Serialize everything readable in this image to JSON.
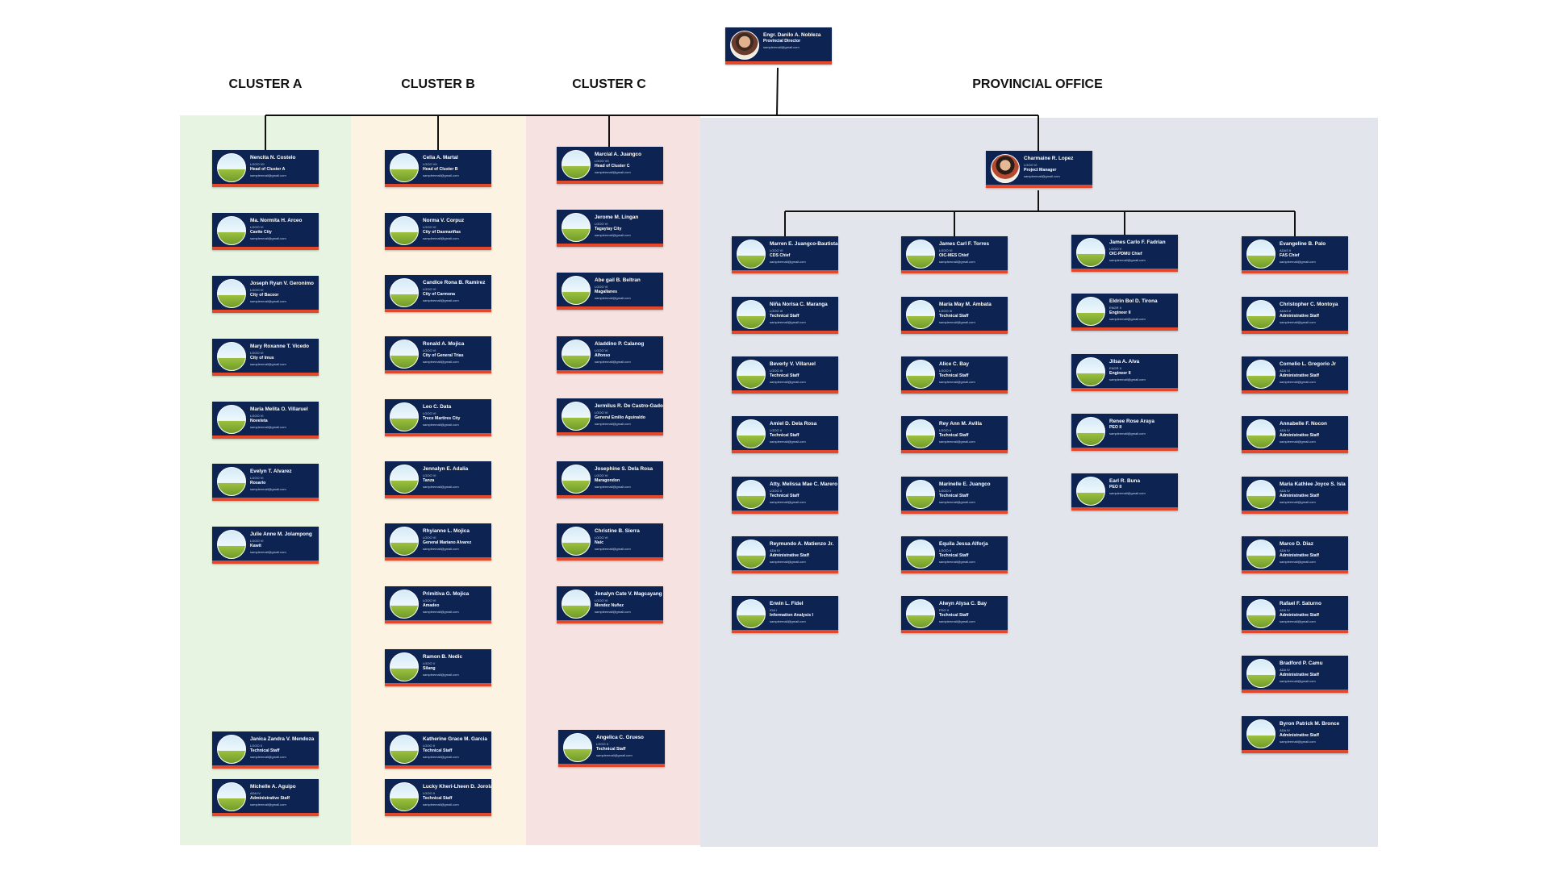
{
  "colors": {
    "card_bg": "#0d2452",
    "card_accent": "#e2482c",
    "cluster_a_bg": "#e6f4e1",
    "cluster_b_bg": "#fdf3e2",
    "cluster_c_bg": "#f6e2e0",
    "provincial_bg": "#e2e5eb"
  },
  "headers": {
    "cluster_a": "CLUSTER A",
    "cluster_b": "CLUSTER B",
    "cluster_c": "CLUSTER C",
    "provincial": "PROVINCIAL OFFICE"
  },
  "director": {
    "name": "Engr. Danilo A. Nobleza",
    "role": "Provincial Director",
    "email": "sampleemail@gmail.com"
  },
  "project_manager": {
    "name": "Charmaine R. Lopez",
    "rank": "LGOO VI",
    "role": "Project Manager",
    "email": "sampleemail@gmail.com"
  },
  "cluster_a": [
    {
      "name": "Nencita N. Costelo",
      "rank": "LGOO VII",
      "role": "Head of Cluster A",
      "email": "sampleemail@gmail.com"
    },
    {
      "name": "Ma. Normita H. Arceo",
      "rank": "LGOO VI",
      "role": "Cavite City",
      "email": "sampleemail@gmail.com"
    },
    {
      "name": "Joseph Ryan V. Geronimo",
      "rank": "LGOO VI",
      "role": "City of Bacoor",
      "email": "sampleemail@gmail.com"
    },
    {
      "name": "Mary Roxanne T. Vicedo",
      "rank": "LGOO VI",
      "role": "City of Imus",
      "email": "sampleemail@gmail.com"
    },
    {
      "name": "Maria Melita O. Villaruel",
      "rank": "LGOO VI",
      "role": "Noveleta",
      "email": "sampleemail@gmail.com"
    },
    {
      "name": "Evelyn T. Alvarez",
      "rank": "LGOO VI",
      "role": "Rosario",
      "email": "sampleemail@gmail.com"
    },
    {
      "name": "Julie Anne M. Jolampong",
      "rank": "LGOO VI",
      "role": "Kawit",
      "email": "sampleemail@gmail.com"
    },
    {
      "name": "Janica Zandra V. Mendoza",
      "rank": "LGOO II",
      "role": "Technical Staff",
      "email": "sampleemail@gmail.com"
    },
    {
      "name": "Michelle A. Aguipo",
      "rank": "ADA IV",
      "role": "Administrative Staff",
      "email": "sampleemail@gmail.com"
    }
  ],
  "cluster_b": [
    {
      "name": "Celia A. Martal",
      "rank": "LGOO VII",
      "role": "Head of Cluster B",
      "email": "sampleemail@gmail.com"
    },
    {
      "name": "Norma V. Corpuz",
      "rank": "LGOO VI",
      "role": "City of Dasmariñas",
      "email": "sampleemail@gmail.com"
    },
    {
      "name": "Candice Rona B. Ramirez",
      "rank": "LGOO VI",
      "role": "City of Carmona",
      "email": "sampleemail@gmail.com"
    },
    {
      "name": "Ronald A. Mojica",
      "rank": "LGOO VI",
      "role": "City of General Trias",
      "email": "sampleemail@gmail.com"
    },
    {
      "name": "Leo C. Data",
      "rank": "LGOO VI",
      "role": "Trece Martires City",
      "email": "sampleemail@gmail.com"
    },
    {
      "name": "Jennalyn E. Adalia",
      "rank": "LGOO VI",
      "role": "Tanza",
      "email": "sampleemail@gmail.com"
    },
    {
      "name": "Rhyianne L. Mojica",
      "rank": "LGOO VI",
      "role": "General Mariano Alvarez",
      "email": "sampleemail@gmail.com"
    },
    {
      "name": "Primitiva G. Mojica",
      "rank": "LGOO VI",
      "role": "Amadeo",
      "email": "sampleemail@gmail.com"
    },
    {
      "name": "Ramon B. Nedic",
      "rank": "LGOO V",
      "role": "Silang",
      "email": "sampleemail@gmail.com"
    },
    {
      "name": "Katherine Grace M. Garcia",
      "rank": "LGOO II",
      "role": "Technical Staff",
      "email": "sampleemail@gmail.com"
    },
    {
      "name": "Lucky Kheri-Lheen D. Jorolan",
      "rank": "LGOO II",
      "role": "Technical Staff",
      "email": "sampleemail@gmail.com"
    }
  ],
  "cluster_c": [
    {
      "name": "Marcial A. Juangco",
      "rank": "LGOO VII",
      "role": "Head of Cluster C",
      "email": "sampleemail@gmail.com"
    },
    {
      "name": "Jerome M. Lingan",
      "rank": "LGOO VI",
      "role": "Tagaytay City",
      "email": "sampleemail@gmail.com"
    },
    {
      "name": "Abe gail B. Beltran",
      "rank": "LGOO VI",
      "role": "Magallanes",
      "email": "sampleemail@gmail.com"
    },
    {
      "name": "Aladdino P. Calanog",
      "rank": "LGOO VI",
      "role": "Alfonso",
      "email": "sampleemail@gmail.com"
    },
    {
      "name": "Jermilus R. De Castro-Gadon",
      "rank": "LGOO VI",
      "role": "General Emilio Aguinaldo",
      "email": "sampleemail@gmail.com"
    },
    {
      "name": "Josephine S. Dela Rosa",
      "rank": "LGOO VI",
      "role": "Maragondon",
      "email": "sampleemail@gmail.com"
    },
    {
      "name": "Christine B. Sierra",
      "rank": "LGOO VI",
      "role": "Naic",
      "email": "sampleemail@gmail.com"
    },
    {
      "name": "Jonalyn Cate V. Magcayang",
      "rank": "LGOO VI",
      "role": "Mendez Nuñez",
      "email": "sampleemail@gmail.com"
    },
    {
      "name": "Angelica C. Grueso",
      "rank": "LGOO II",
      "role": "Technical Staff",
      "email": "sampleemail@gmail.com"
    }
  ],
  "provincial_col1": [
    {
      "name": "Marren E. Juangco-Bautista",
      "rank": "LGOO VI",
      "role": "CDS Chief",
      "email": "sampleemail@gmail.com"
    },
    {
      "name": "Niña Norisa C. Maranga",
      "rank": "LGOO III",
      "role": "Technical Staff",
      "email": "sampleemail@gmail.com"
    },
    {
      "name": "Beverly V. Villaruel",
      "rank": "LGOO III",
      "role": "Technical Staff",
      "email": "sampleemail@gmail.com"
    },
    {
      "name": "Amiel D. Dela Rosa",
      "rank": "LGOO II",
      "role": "Technical Staff",
      "email": "sampleemail@gmail.com"
    },
    {
      "name": "Atty. Melissa Mae C. Marero",
      "rank": "LGOO II",
      "role": "Technical Staff",
      "email": "sampleemail@gmail.com"
    },
    {
      "name": "Reymundo A. Matienzo Jr.",
      "rank": "ADA IV",
      "role": "Administrative Staff",
      "email": "sampleemail@gmail.com"
    },
    {
      "name": "Erwin L. Fidel",
      "rank": "IOA I",
      "role": "Information Analysis I",
      "email": "sampleemail@gmail.com"
    }
  ],
  "provincial_col2": [
    {
      "name": "James Carl F. Torres",
      "rank": "LGOO VI",
      "role": "OIC-MES Chief",
      "email": "sampleemail@gmail.com"
    },
    {
      "name": "Maria May M. Ambata",
      "rank": "LGOO III",
      "role": "Technical Staff",
      "email": "sampleemail@gmail.com"
    },
    {
      "name": "Alice C. Bay",
      "rank": "LGOO II",
      "role": "Technical Staff",
      "email": "sampleemail@gmail.com"
    },
    {
      "name": "Rey Ann M. Avilla",
      "rank": "LGOO II",
      "role": "Technical Staff",
      "email": "sampleemail@gmail.com"
    },
    {
      "name": "Marinelle E. Juangco",
      "rank": "LGOO II",
      "role": "Technical Staff",
      "email": "sampleemail@gmail.com"
    },
    {
      "name": "Equila Jessa Alforja",
      "rank": "LGOO II",
      "role": "Technical Staff",
      "email": "sampleemail@gmail.com"
    },
    {
      "name": "Alwyn Alysa C. Bay",
      "rank": "PDO II",
      "role": "Technical Staff",
      "email": "sampleemail@gmail.com"
    }
  ],
  "provincial_col3": [
    {
      "name": "James Carlo F. Fadrian",
      "rank": "LGOO V",
      "role": "OIC-PDMU Chief",
      "email": "sampleemail@gmail.com"
    },
    {
      "name": "Eldrin Bol D. Tirona",
      "rank": "ENGR II",
      "role": "Engineer II",
      "email": "sampleemail@gmail.com"
    },
    {
      "name": "Jilsa A. Alva",
      "rank": "ENGR II",
      "role": "Engineer II",
      "email": "sampleemail@gmail.com"
    },
    {
      "name": "Renee Rose Araya",
      "rank": "",
      "role": "PEO II",
      "email": "sampleemail@gmail.com"
    },
    {
      "name": "Earl R. Buna",
      "rank": "",
      "role": "PEO II",
      "email": "sampleemail@gmail.com"
    }
  ],
  "provincial_col4": [
    {
      "name": "Evangeline B. Palo",
      "rank": "ADAS II",
      "role": "FAS Chief",
      "email": "sampleemail@gmail.com"
    },
    {
      "name": "Christopher C. Montoya",
      "rank": "ADAS II",
      "role": "Administrative Staff",
      "email": "sampleemail@gmail.com"
    },
    {
      "name": "Cornelio L. Gregorio Jr",
      "rank": "ADA VI",
      "role": "Administrative Staff",
      "email": "sampleemail@gmail.com"
    },
    {
      "name": "Annabelle F. Nocon",
      "rank": "ADA IV",
      "role": "Administrative Staff",
      "email": "sampleemail@gmail.com"
    },
    {
      "name": "Maria Kathlee Joyce S. Isla",
      "rank": "ADA IV",
      "role": "Administrative Staff",
      "email": "sampleemail@gmail.com"
    },
    {
      "name": "Marco D. Diaz",
      "rank": "ADA IV",
      "role": "Administrative Staff",
      "email": "sampleemail@gmail.com"
    },
    {
      "name": "Rafael F. Saturno",
      "rank": "ADA IV",
      "role": "Administrative Staff",
      "email": "sampleemail@gmail.com"
    },
    {
      "name": "Bradford P. Camu",
      "rank": "ADA IV",
      "role": "Administrative Staff",
      "email": "sampleemail@gmail.com"
    },
    {
      "name": "Byron Patrick M. Bronce",
      "rank": "ADA IV",
      "role": "Administrative Staff",
      "email": "sampleemail@gmail.com"
    }
  ]
}
